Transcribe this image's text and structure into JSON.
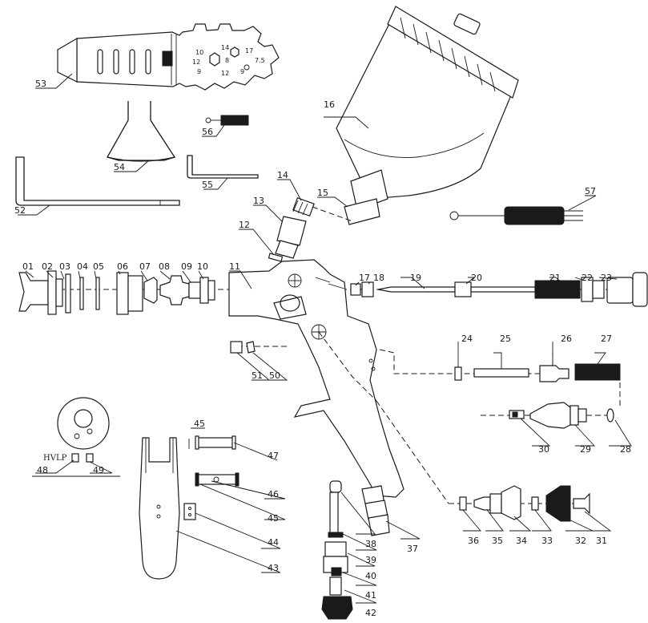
{
  "diagram": {
    "nozzle_text": "HVLP",
    "wrench_sizes": [
      "10",
      "14",
      "17",
      "7.5",
      "12",
      "8",
      "9",
      "12",
      "9"
    ],
    "callouts": [
      "01",
      "02",
      "03",
      "04",
      "05",
      "06",
      "07",
      "08",
      "09",
      "10",
      "11",
      "12",
      "13",
      "14",
      "15",
      "16",
      "17",
      "18",
      "19",
      "20",
      "21",
      "22",
      "23",
      "24",
      "25",
      "26",
      "27",
      "28",
      "29",
      "30",
      "31",
      "32",
      "33",
      "34",
      "35",
      "36",
      "37",
      "38",
      "39",
      "40",
      "41",
      "42",
      "43",
      "44",
      "45",
      "45",
      "46",
      "47",
      "48",
      "49",
      "50",
      "51",
      "52",
      "53",
      "54",
      "55",
      "56",
      "57"
    ]
  }
}
